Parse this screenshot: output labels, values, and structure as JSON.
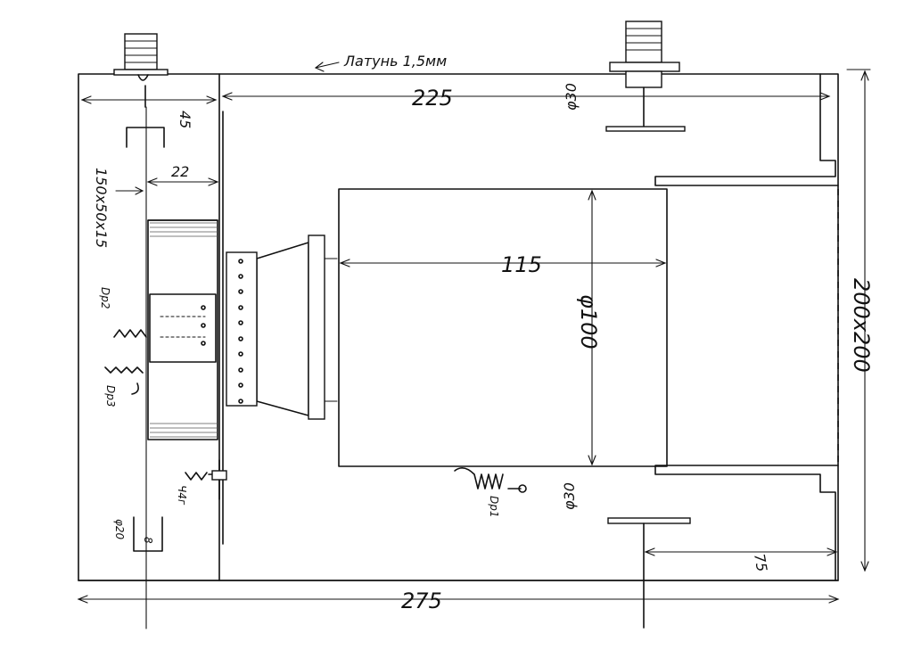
{
  "drawing": {
    "material_note": "Латунь 1,5мм",
    "overall_width": "275",
    "inner_width": "225",
    "overall_height": "200x200",
    "wall_left": "45",
    "board_offset": "22",
    "transformer_size": "150x50x15",
    "cylinder_length": "115",
    "cylinder_diameter": "φ100",
    "mount_diameter_top": "φ30",
    "mount_diameter_bottom": "φ30",
    "right_offset": "75",
    "post_diameter": "φ20",
    "post_size": "8",
    "choke_1": "Dp1",
    "choke_2": "Dp2",
    "choke_3": "Dp3",
    "choke_4": "Ч4г"
  }
}
